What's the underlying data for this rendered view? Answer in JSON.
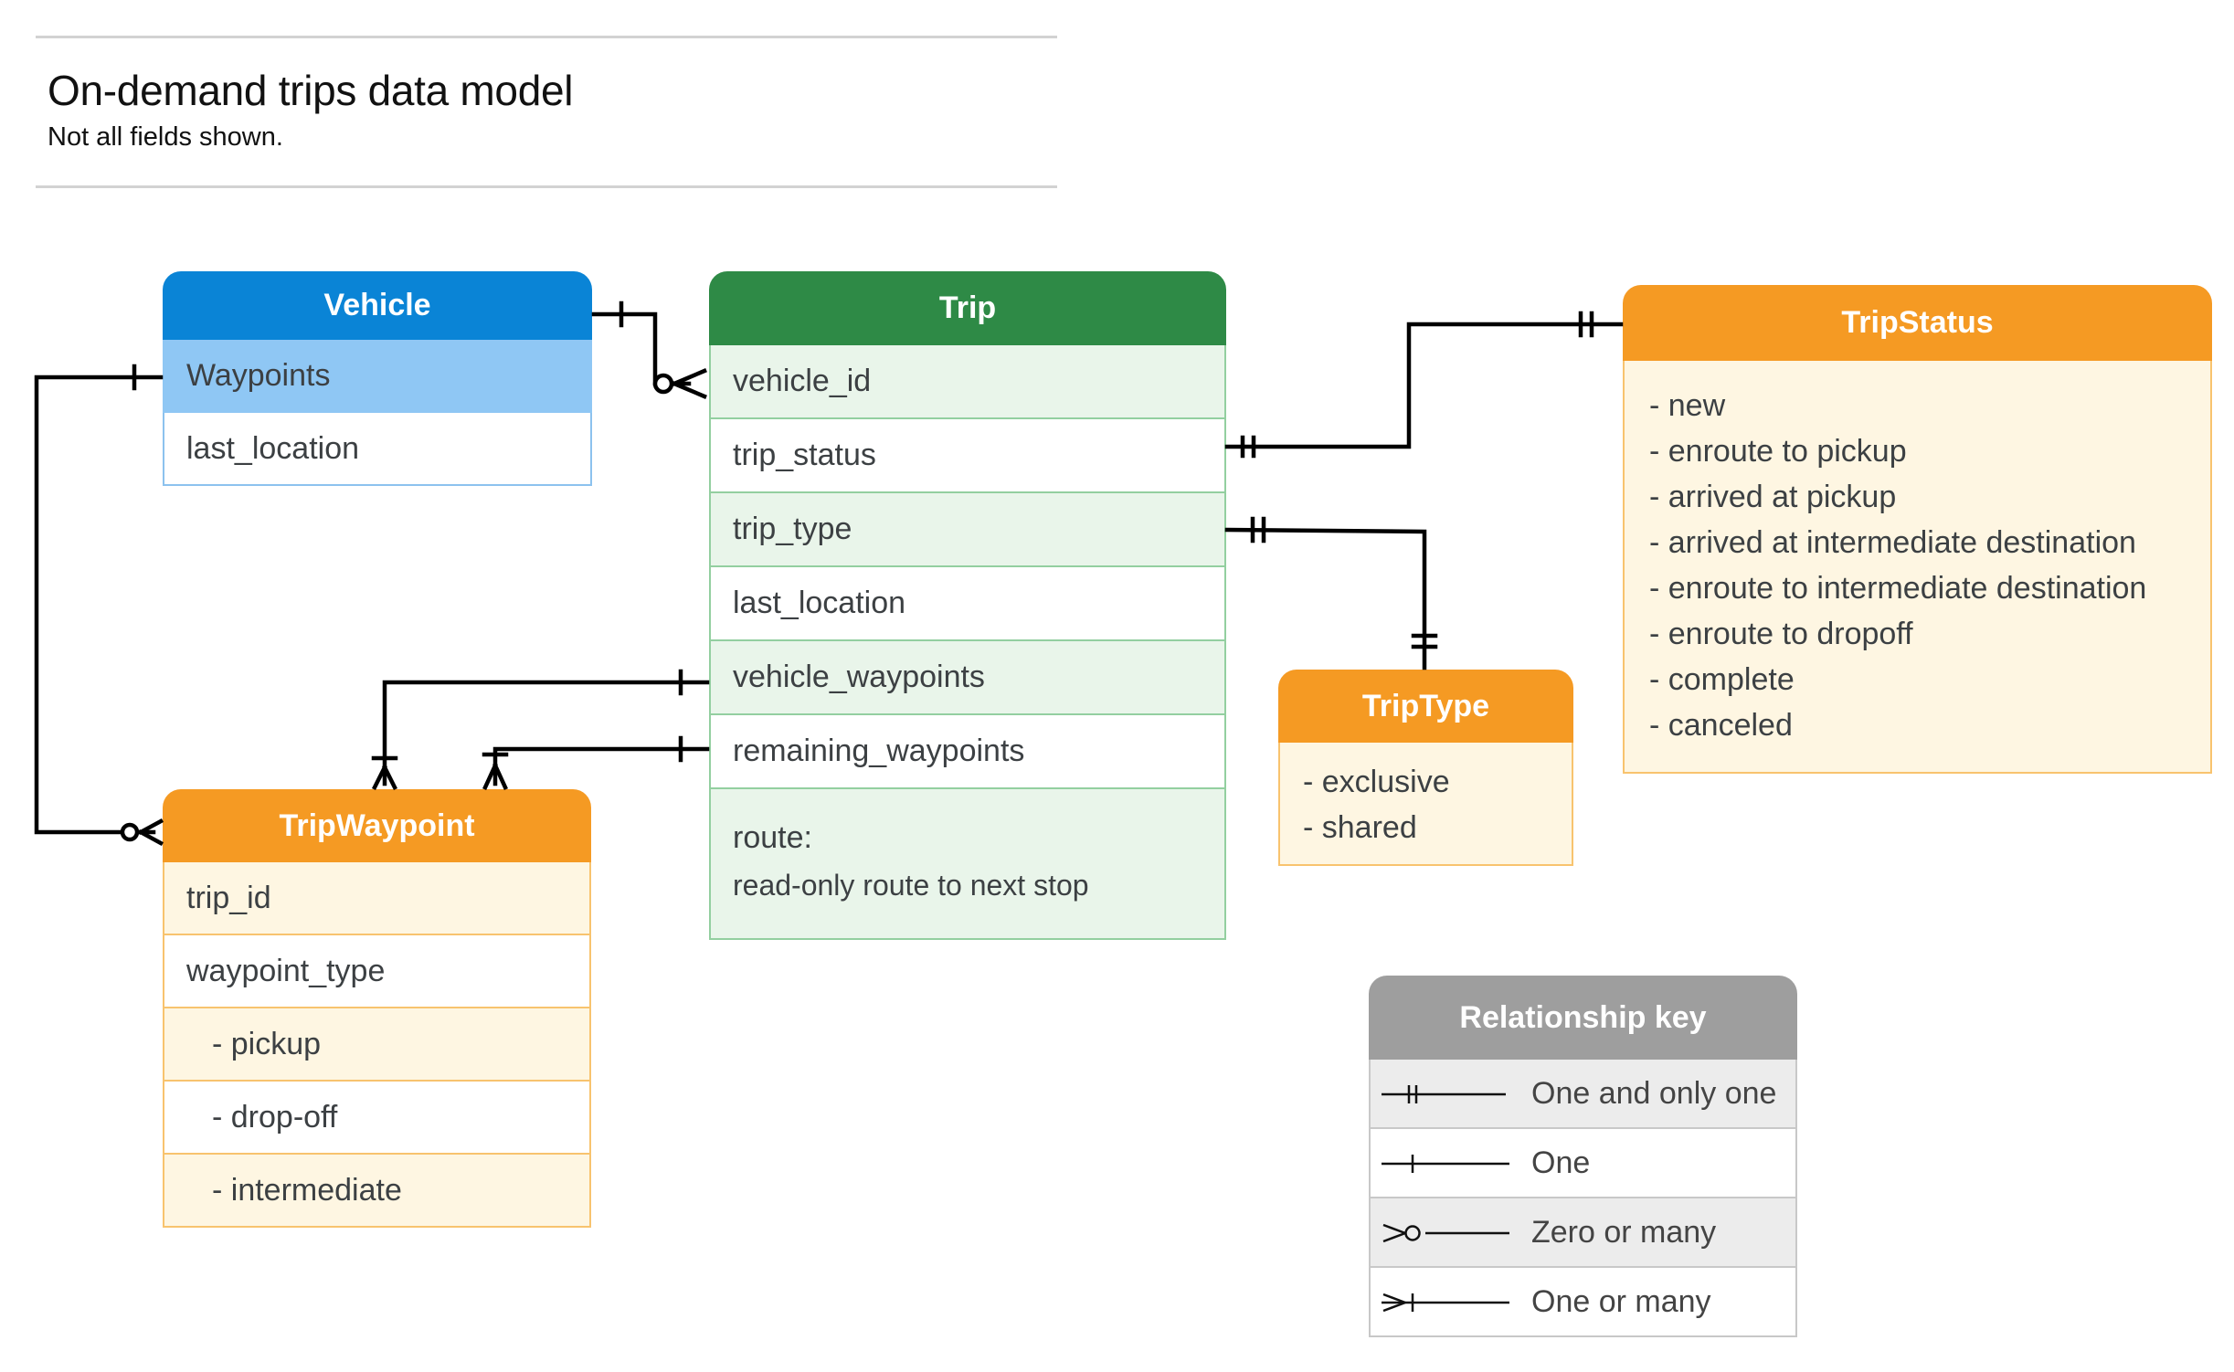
{
  "header": {
    "title": "On-demand trips data model",
    "subtitle": "Not all fields shown."
  },
  "entities": {
    "vehicle": {
      "name": "Vehicle",
      "fields": [
        "Waypoints",
        "last_location"
      ]
    },
    "trip": {
      "name": "Trip",
      "fields": [
        "vehicle_id",
        "trip_status",
        "trip_type",
        "last_location",
        "vehicle_waypoints",
        "remaining_waypoints"
      ],
      "route_label": "route:",
      "route_desc": "read-only route to next stop"
    },
    "trip_status": {
      "name": "TripStatus",
      "values": [
        "- new",
        "- enroute to pickup",
        "- arrived at pickup",
        "- arrived at intermediate destination",
        "- enroute to intermediate destination",
        "- enroute to dropoff",
        "- complete",
        "- canceled"
      ]
    },
    "trip_type": {
      "name": "TripType",
      "values": [
        "- exclusive",
        "- shared"
      ]
    },
    "trip_waypoint": {
      "name": "TripWaypoint",
      "fields": [
        "trip_id",
        "waypoint_type",
        "- pickup",
        "- drop-off",
        "- intermediate"
      ]
    }
  },
  "relationship_key": {
    "title": "Relationship key",
    "items": [
      {
        "symbol": "one-and-only-one",
        "label": "One and only one"
      },
      {
        "symbol": "one",
        "label": "One"
      },
      {
        "symbol": "zero-or-many",
        "label": "Zero or many"
      },
      {
        "symbol": "one-or-many",
        "label": "One or many"
      }
    ]
  },
  "colors": {
    "vehicle_header": "#0a84d6",
    "vehicle_highlight": "#8fc7f4",
    "trip_header": "#2e8a46",
    "trip_row": "#e9f5ea",
    "enum_header": "#f59a23",
    "enum_body": "#fef6e2",
    "key_header": "#9e9e9e"
  }
}
